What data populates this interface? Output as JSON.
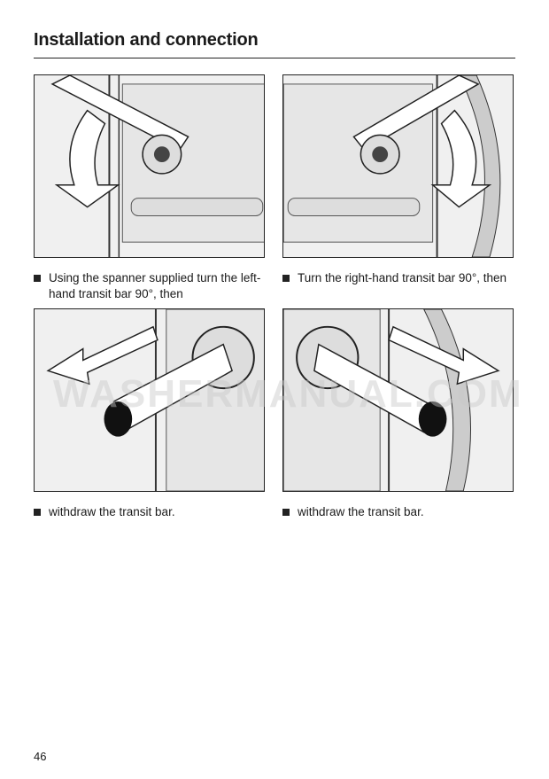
{
  "header": {
    "title": "Installation and connection"
  },
  "steps": [
    {
      "caption": "Using the spanner supplied turn the left-hand transit bar 90°, then",
      "figure": "left-transit-bar-turn"
    },
    {
      "caption": "Turn the right-hand transit bar 90°, then",
      "figure": "right-transit-bar-turn"
    },
    {
      "caption": "withdraw the transit bar.",
      "figure": "left-transit-bar-withdraw"
    },
    {
      "caption": "withdraw the transit bar.",
      "figure": "right-transit-bar-withdraw"
    }
  ],
  "watermark": "WASHERMANUAL.COM",
  "footer": {
    "page_number": "46"
  }
}
